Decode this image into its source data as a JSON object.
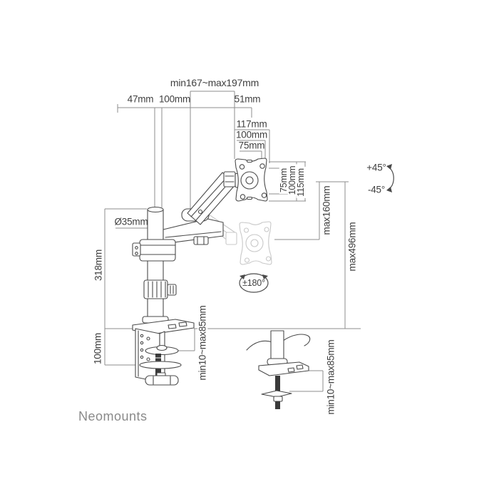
{
  "brand": {
    "logo_text": "Neomounts",
    "color": "#8a8a8a"
  },
  "colors": {
    "background": "#ffffff",
    "line": "#4a4a4a",
    "dimension_line": "#8e8e8e",
    "ghost_line": "#c8c8c8",
    "label_text": "#3f3f3f"
  },
  "labels": {
    "width_range": "min167~max197mm",
    "back_offset": "47mm",
    "link_length": "100mm",
    "head_offset": "51mm",
    "vesa_width_outer": "117mm",
    "vesa_width_mid": "100mm",
    "vesa_width_inner": "75mm",
    "vesa_height_inner": "75mm",
    "vesa_height_mid": "100mm",
    "vesa_height_outer": "115mm",
    "lift_range": "max160mm",
    "max_height": "max496mm",
    "tilt_up": "+45°",
    "tilt_down": "-45°",
    "pole_diameter": "Ø35mm",
    "pole_height": "318mm",
    "swivel_range": "±180°",
    "clamp_height": "100mm",
    "desk_thickness_left": "min10~max85mm",
    "desk_thickness_right": "min10~max85mm"
  }
}
